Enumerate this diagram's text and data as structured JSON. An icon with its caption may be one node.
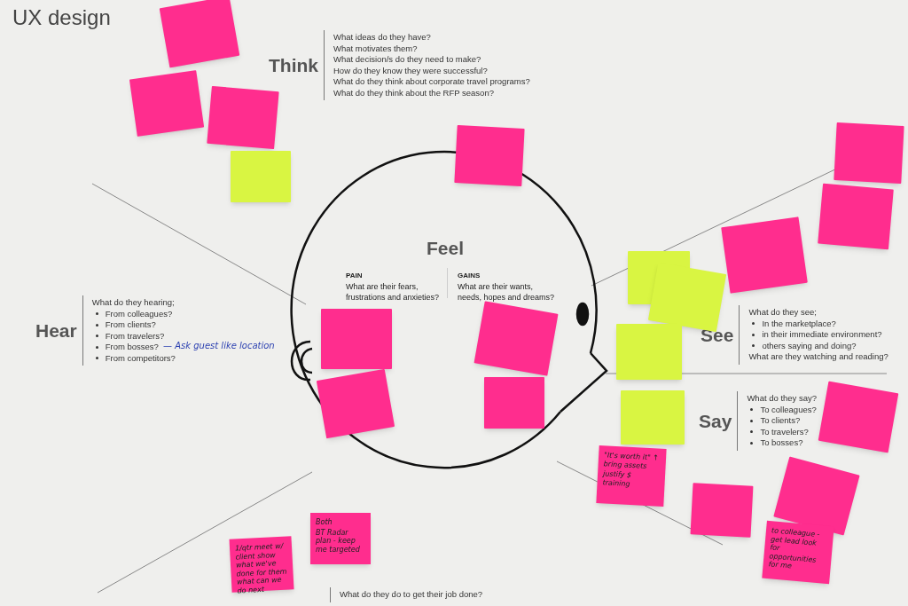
{
  "diagram": {
    "title": "UX design",
    "nodes": [
      {
        "text": [
          "Feel",
          "PAIN",
          "What are their fears, frustrations and anxieties?",
          "GAINS",
          "What are their wants, needs, hopes and dreams?"
        ]
      },
      {
        "text": [],
        "shape": "box"
      },
      {
        "text": [],
        "shape": "box"
      },
      {
        "text": [],
        "shape": "box"
      },
      {
        "text": [],
        "shape": "box"
      },
      {
        "text": [],
        "shape": "box"
      },
      {
        "text": [],
        "shape": "box"
      },
      {
        "text": [],
        "shape": "box"
      },
      {
        "text": [],
        "shape": "box"
      },
      {
        "text": [],
        "shape": "box"
      },
      {
        "text": [],
        "shape": "box"
      },
      {
        "text": [],
        "shape": "box"
      },
      {
        "text": [],
        "shape": "box"
      },
      {
        "text": [],
        "shape": "box"
      },
      {
        "text": [],
        "shape": "box"
      },
      {
        "text": [],
        "shape": "box"
      },
      {
        "text": [],
        "shape": "box"
      },
      {
        "text": [],
        "shape": "box"
      },
      {
        "text": [
          "\"It's worth it\" ↑ bring assets",
          "justify $ training"
        ]
      },
      {
        "text": [],
        "shape": "box"
      },
      {
        "text": [],
        "shape": "box"
      },
      {
        "text": [
          "to colleague - get lead look for opportunities for me"
        ]
      },
      {
        "text": [
          "Both",
          "BT Radar plan - keep me targeted"
        ]
      },
      {
        "text": [
          "1/qtr meet w/ client show what we've done for them what can we do next"
        ]
      }
    ],
    "labels": [
      "Think",
      "What ideas do they have?",
      "What motivates them?",
      "What decision/s do they need to make?",
      "How do they know they were successful?",
      "What do they think about corporate travel programs?",
      "What do they think about the RFP season?",
      "Hear",
      "What do they hearing;",
      "From colleagues?",
      "From clients?",
      "From travelers?",
      "From bosses?",
      "From competitors?",
      "— Ask guest like location",
      "See",
      "What do they see;",
      "In the marketplace?",
      "in their immediate environment?",
      "others saying and doing?",
      "What are they watching and reading?",
      "Say",
      "What do they say?",
      "To colleagues?",
      "To clients?",
      "To travelers?",
      "To bosses?",
      "What do they do to get their job done?"
    ]
  }
}
